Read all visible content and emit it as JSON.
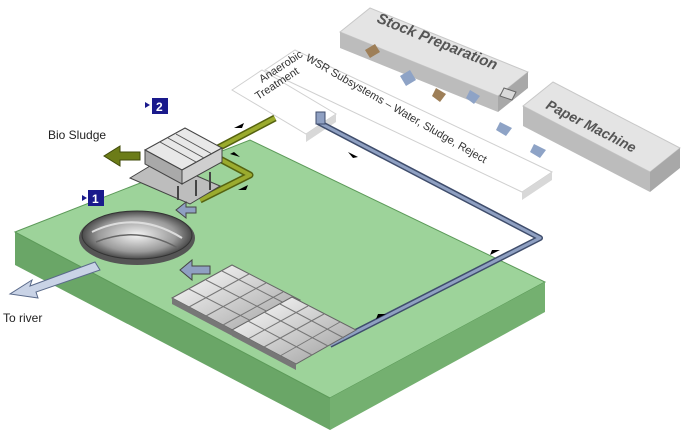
{
  "labels": {
    "stock_preparation": "Stock Preparation",
    "paper_machine": "Paper Machine",
    "wsr_subsystems": "WSR Subsystems – Water, Sludge, Reject",
    "anaerobic_line1": "Anaerobic",
    "anaerobic_line2": "Treatment",
    "bio_sludge": "Bio Sludge",
    "to_river": "To river"
  },
  "badges": [
    {
      "number": "1"
    },
    {
      "number": "2"
    }
  ],
  "colors": {
    "ground": "#9dd39a",
    "ground_side": "#6aa667",
    "water_pipe": "#7f8fb0",
    "sludge_pipe": "#7a8a1e",
    "box_top": "#e6e6e6",
    "box_side": "#bdbdbd",
    "badge": "#1a1a8c"
  }
}
